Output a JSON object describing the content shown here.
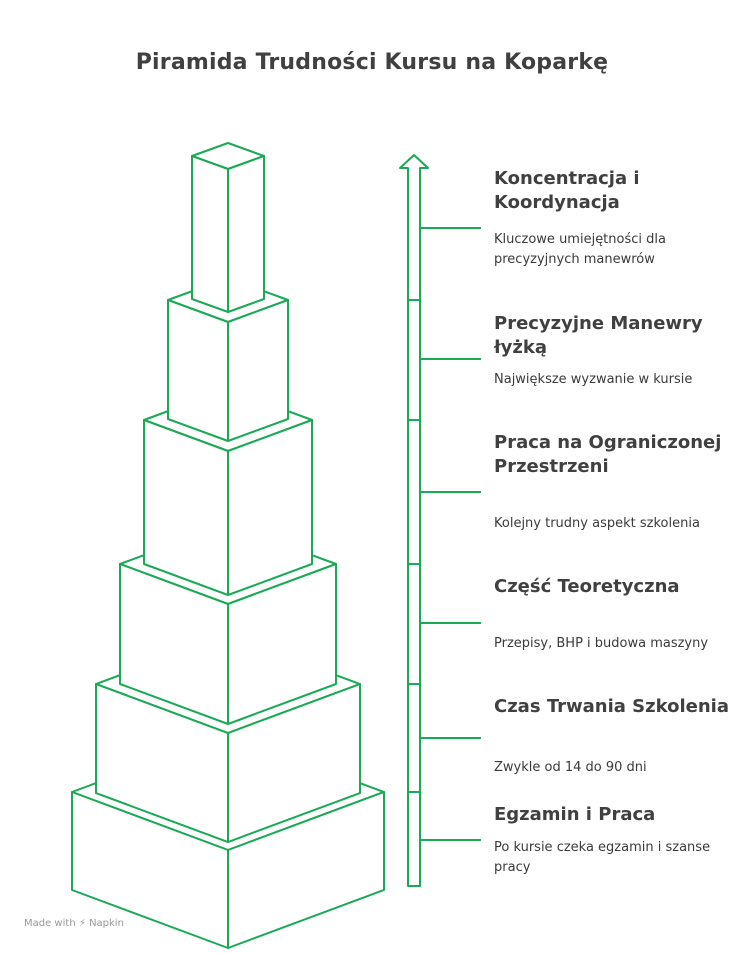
{
  "title": "Piramida Trudności Kursu na Koparkę",
  "colors": {
    "stroke": "#1aaa55",
    "text": "#404040"
  },
  "levels": [
    {
      "title": "Koncentracja i Koordynacja",
      "description": "Kluczowe umiejętności dla precyzyjnych manewrów"
    },
    {
      "title": "Precyzyjne Manewry łyżką",
      "description": "Największe wyzwanie w kursie"
    },
    {
      "title": "Praca na Ograniczonej Przestrzeni",
      "description": "Kolejny trudny aspekt szkolenia"
    },
    {
      "title": "Część Teoretyczna",
      "description": "Przepisy, BHP i budowa maszyny"
    },
    {
      "title": "Czas Trwania Szkolenia",
      "description": "Zwykle od 14 do 90 dni"
    },
    {
      "title": "Egzamin i Praca",
      "description": "Po kursie czeka egzamin i szanse pracy"
    }
  ],
  "watermark": {
    "made_with": "Made with",
    "brand": "Napkin"
  }
}
